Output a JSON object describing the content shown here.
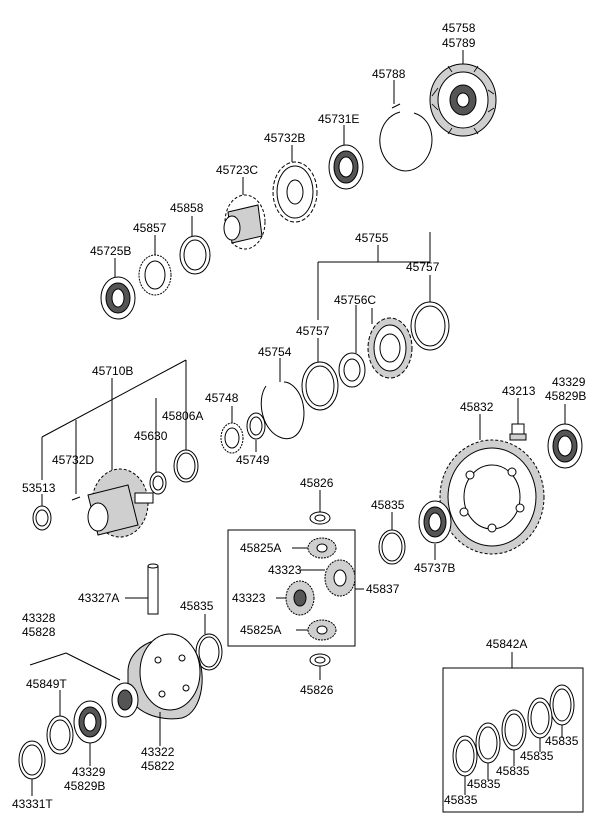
{
  "labels": {
    "p45758": "45758",
    "p45789": "45789",
    "p45788": "45788",
    "p45731E": "45731E",
    "p45732B": "45732B",
    "p45723C": "45723C",
    "p45858": "45858",
    "p45857": "45857",
    "p45725B": "45725B",
    "p45755": "45755",
    "p45757a": "45757",
    "p45756C": "45756C",
    "p45757b": "45757",
    "p45754": "45754",
    "p45710B": "45710B",
    "p45806A": "45806A",
    "p45630": "45630",
    "p45748": "45748",
    "p45749": "45749",
    "p45732D": "45732D",
    "p53513": "53513",
    "p43329a": "43329",
    "p45829Ba": "45829B",
    "p43213": "43213",
    "p45832": "45832",
    "p45826a": "45826",
    "p45835a": "45835",
    "p45737B": "45737B",
    "p45825Aa": "45825A",
    "p43323a": "43323",
    "p45837": "45837",
    "p43323b": "43323",
    "p45825Ab": "45825A",
    "p45826b": "45826",
    "p43327A": "43327A",
    "p45835b": "45835",
    "p43328": "43328",
    "p45828": "45828",
    "p45849T": "45849T",
    "p43322": "43322",
    "p45822": "45822",
    "p43329b": "43329",
    "p45829Bb": "45829B",
    "p43331T": "43331T",
    "p45842A": "45842A",
    "p45835c": "45835",
    "p45835d": "45835",
    "p45835e": "45835",
    "p45835f": "45835",
    "p45835g": "45835"
  }
}
